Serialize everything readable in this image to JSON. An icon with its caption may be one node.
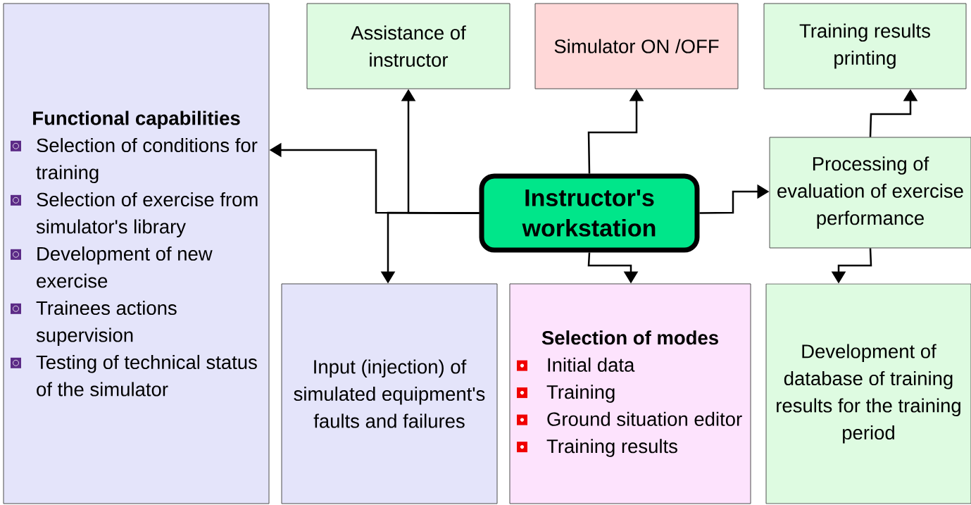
{
  "diagram": {
    "nodes": [
      {
        "text": [
          "Functional capabilities",
          "Selection of conditions for training",
          "Selection of exercise from simulator's library",
          "Development of new exercise",
          "Trainees actions supervision",
          "Testing of technical status of the simulator"
        ]
      },
      {
        "text": [
          "Assistance of instructor"
        ]
      },
      {
        "text": [
          "Simulator ON /OFF"
        ]
      },
      {
        "text": [
          "Training results printing"
        ]
      },
      {
        "text": [
          "Instructor's workstation"
        ]
      },
      {
        "text": [
          "Processing of evaluation of exercise performance"
        ]
      },
      {
        "text": [
          "Input (injection) of simulated equipment's faults and failures"
        ]
      },
      {
        "text": [
          "Selection of modes",
          "Initial data",
          "Training",
          "Ground situation editor",
          "Training results"
        ]
      },
      {
        "text": [
          "Development of database of training results for the training period"
        ]
      }
    ],
    "edges": [
      {
        "from": 4,
        "to": 0,
        "arrow": "to"
      },
      {
        "from": 4,
        "to": 1,
        "arrow": "to"
      },
      {
        "from": 4,
        "to": 6,
        "arrow": "to"
      },
      {
        "from": 4,
        "to": 2,
        "arrow": "to"
      },
      {
        "from": 4,
        "to": 7,
        "arrow": "to"
      },
      {
        "from": 4,
        "to": 5,
        "arrow": "to"
      },
      {
        "from": 5,
        "to": 3,
        "arrow": "to"
      },
      {
        "from": 5,
        "to": 8,
        "arrow": "to"
      }
    ]
  }
}
